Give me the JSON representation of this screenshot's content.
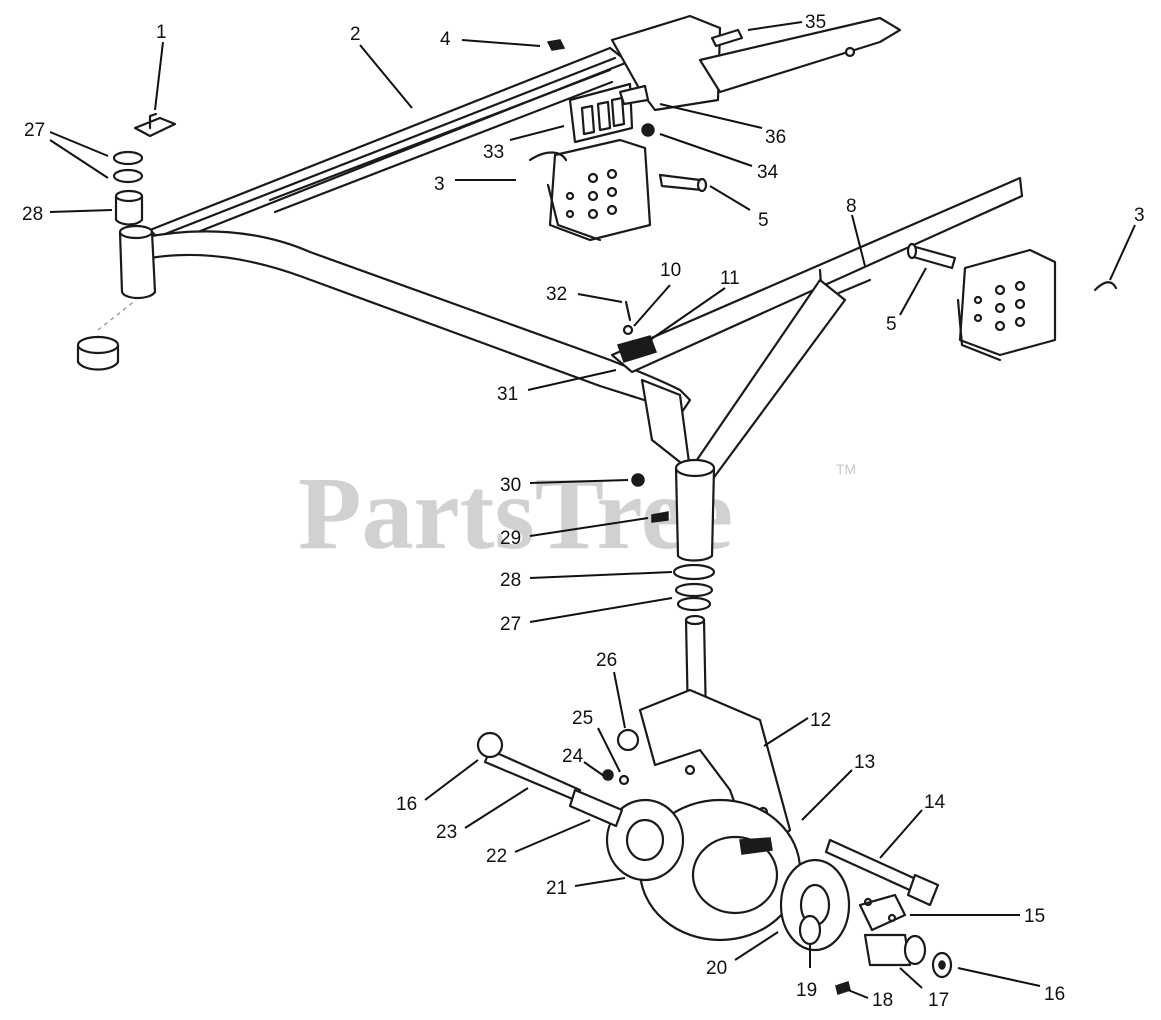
{
  "watermark": {
    "brand": "PartsTree",
    "trademark": "TM"
  },
  "callouts": [
    {
      "id": "c1",
      "label": "1"
    },
    {
      "id": "c2",
      "label": "2"
    },
    {
      "id": "c4",
      "label": "4"
    },
    {
      "id": "c35",
      "label": "35"
    },
    {
      "id": "c27a",
      "label": "27"
    },
    {
      "id": "c28a",
      "label": "28"
    },
    {
      "id": "c33",
      "label": "33"
    },
    {
      "id": "c36",
      "label": "36"
    },
    {
      "id": "c34",
      "label": "34"
    },
    {
      "id": "c3a",
      "label": "3"
    },
    {
      "id": "c5a",
      "label": "5"
    },
    {
      "id": "c8",
      "label": "8"
    },
    {
      "id": "c3b",
      "label": "3"
    },
    {
      "id": "c5b",
      "label": "5"
    },
    {
      "id": "c32",
      "label": "32"
    },
    {
      "id": "c10",
      "label": "10"
    },
    {
      "id": "c11",
      "label": "11"
    },
    {
      "id": "c31",
      "label": "31"
    },
    {
      "id": "c30",
      "label": "30"
    },
    {
      "id": "c29",
      "label": "29"
    },
    {
      "id": "c28b",
      "label": "28"
    },
    {
      "id": "c27b",
      "label": "27"
    },
    {
      "id": "c26",
      "label": "26"
    },
    {
      "id": "c25",
      "label": "25"
    },
    {
      "id": "c12",
      "label": "12"
    },
    {
      "id": "c24",
      "label": "24"
    },
    {
      "id": "c13",
      "label": "13"
    },
    {
      "id": "c16a",
      "label": "16"
    },
    {
      "id": "c14",
      "label": "14"
    },
    {
      "id": "c23",
      "label": "23"
    },
    {
      "id": "c22",
      "label": "22"
    },
    {
      "id": "c15",
      "label": "15"
    },
    {
      "id": "c21",
      "label": "21"
    },
    {
      "id": "c20",
      "label": "20"
    },
    {
      "id": "c19",
      "label": "19"
    },
    {
      "id": "c18",
      "label": "18"
    },
    {
      "id": "c17",
      "label": "17"
    },
    {
      "id": "c16b",
      "label": "16"
    }
  ]
}
